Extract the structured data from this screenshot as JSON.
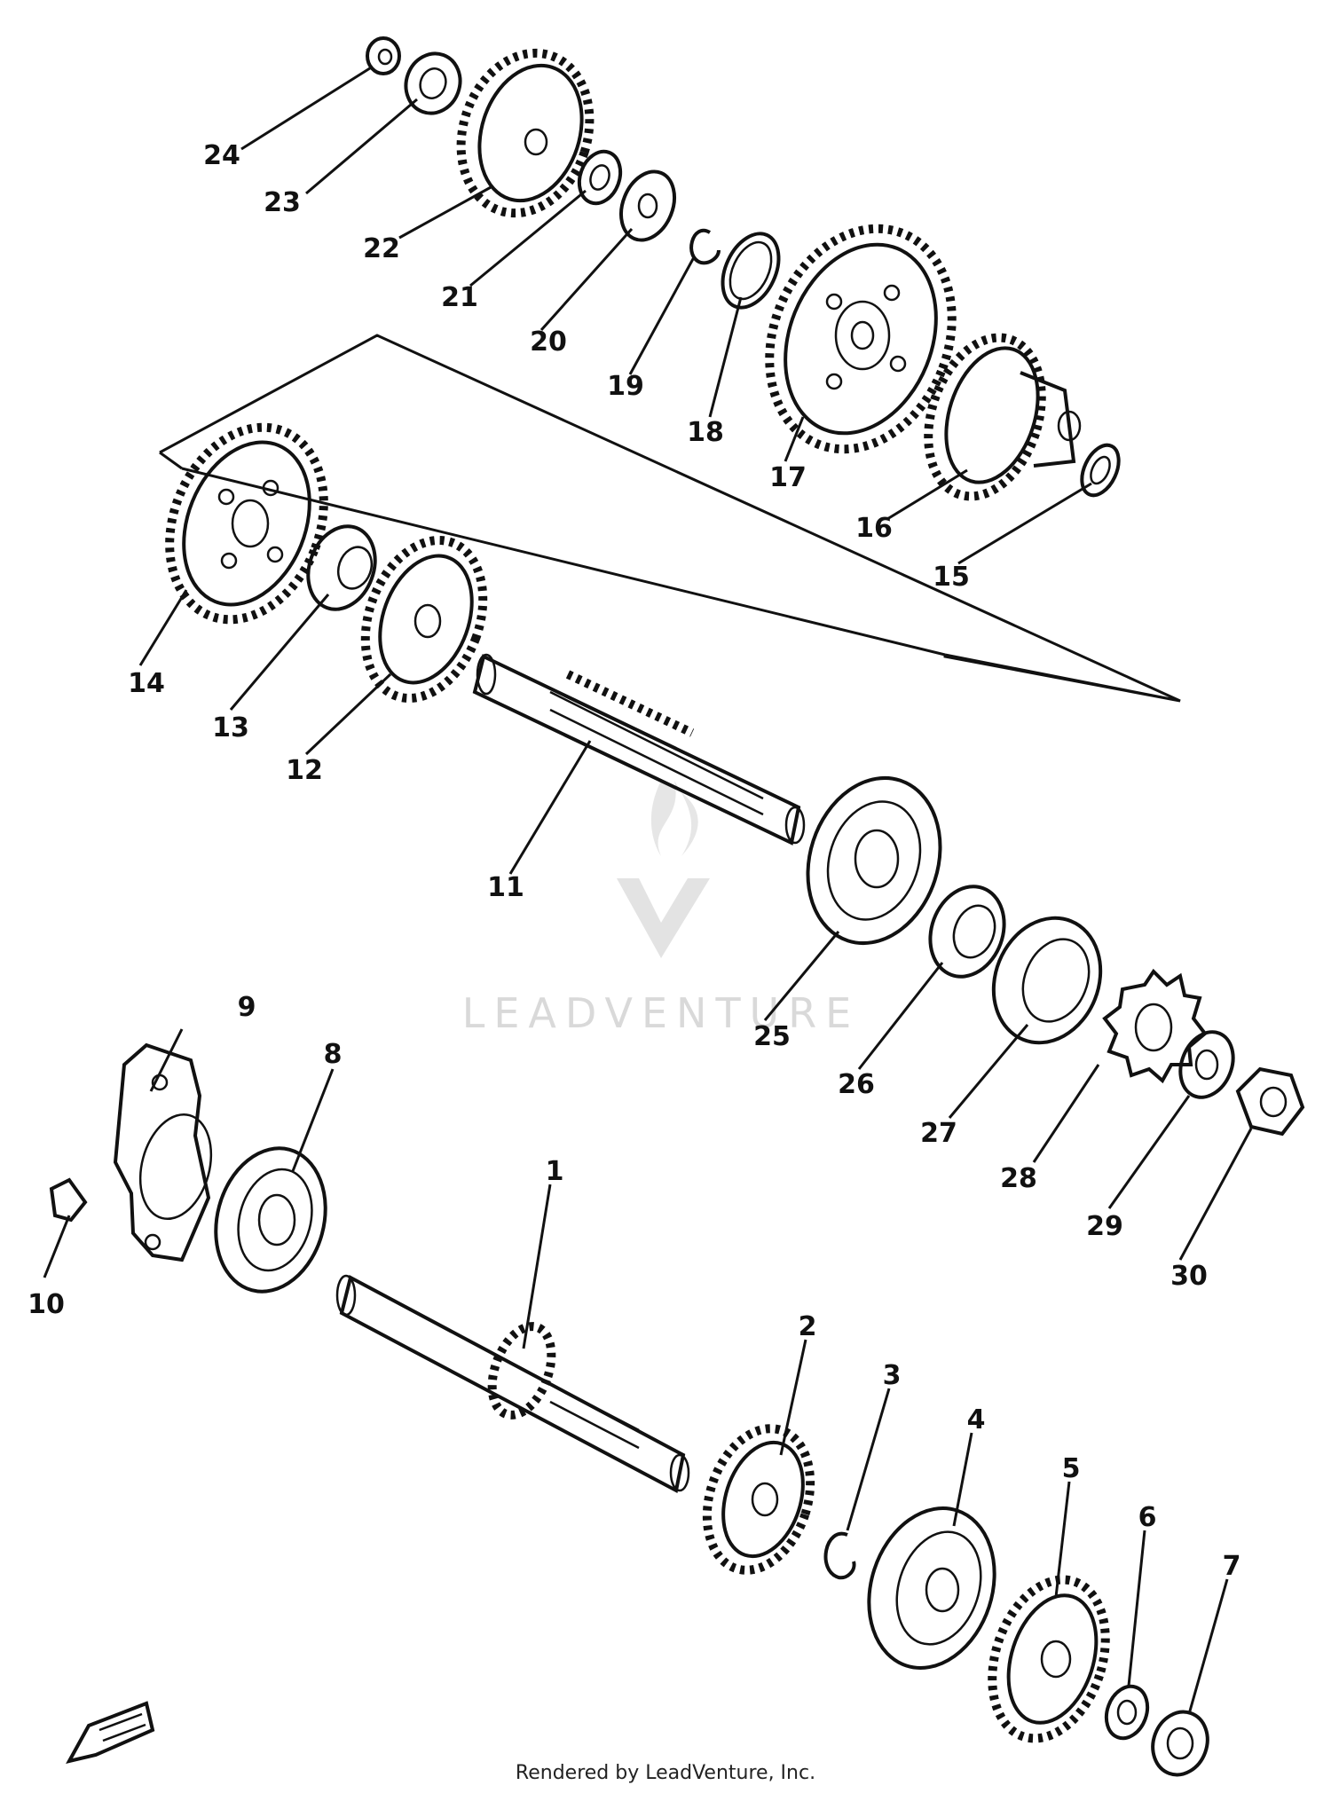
{
  "diagram": {
    "callouts": {
      "p1": "1",
      "p2": "2",
      "p3": "3",
      "p4": "4",
      "p5": "5",
      "p6": "6",
      "p7": "7",
      "p8": "8",
      "p9": "9",
      "p10": "10",
      "p11": "11",
      "p12": "12",
      "p13": "13",
      "p14": "14",
      "p15": "15",
      "p16": "16",
      "p17": "17",
      "p18": "18",
      "p19": "19",
      "p20": "20",
      "p21": "21",
      "p22": "22",
      "p23": "23",
      "p24": "24",
      "p25": "25",
      "p26": "26",
      "p27": "27",
      "p28": "28",
      "p29": "29",
      "p30": "30"
    },
    "watermark": "LEADVENTURE",
    "credit": "Rendered by LeadVenture, Inc."
  }
}
